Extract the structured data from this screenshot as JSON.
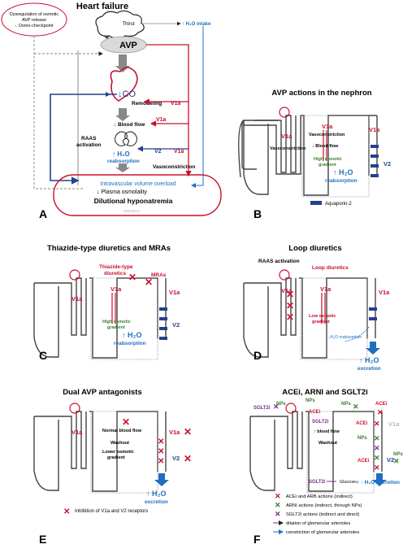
{
  "panelA": {
    "title": "Heart failure",
    "osmo_line1": "Dysregulation of osmotic",
    "osmo_line2": "AVP release",
    "osmo_line3": "↓ Osmo-checkpoint",
    "thirst": "Thirst",
    "h2o_intake": "↑ H₂O intake",
    "avp": "AVP",
    "plus": "+",
    "co": "↓CO",
    "remodeling": "Remodeling",
    "v1a_1": "V1a",
    "blood_flow": "↓ Blood flow",
    "v1a_2": "V1a",
    "raas_1": "RAAS",
    "raas_2": "activation",
    "h2o_reab_1": "↑ H₂O",
    "h2o_reab_2": "reabsorption",
    "v2": "V2",
    "v1a_3": "V1a",
    "vasoconstriction": "Vasoconstriction",
    "overload": "Intravascular volume overload",
    "osmolality": "↓ Plasma osmolality",
    "hyponatremia": "Dilutional hyponatremia",
    "vessels": "VESSELS",
    "letter": "A"
  },
  "panelB": {
    "title": "AVP actions in the nephron",
    "v1a_a": "V1a",
    "vasoconstriction_left": "Vasoconstriction",
    "v1a_b": "V1a",
    "vasoconstriction_c": "Vasoconstriction",
    "blood_flow": "↓ Blood flow",
    "high_osm_1": "High osmotic",
    "high_osm_2": "gradient",
    "v1a_c": "V1a",
    "h2o_1": "↑ H₂O",
    "h2o_2": "reabsorption",
    "v2": "V2",
    "aquaporin": "Aquaporin-2",
    "letter": "B"
  },
  "panelC": {
    "title": "Thiazide-type diuretics and MRAs",
    "thiazide_1": "Thiazide-type",
    "thiazide_2": "diuretics",
    "mras": "MRAs",
    "v1a_a": "V1a",
    "v1a_b": "V1a",
    "v1a_c": "V1a",
    "high_osm_1": "High osmotic",
    "high_osm_2": "gradient",
    "h2o_1": "↑ H₂O",
    "h2o_2": "reabsorption",
    "v2": "V2",
    "letter": "C"
  },
  "panelD": {
    "title": "Loop diuretics",
    "raas": "RAAS activation",
    "loop": "Loop diuretics",
    "v1a_a": "V1a",
    "v1a_b": "V1a",
    "v1a_c": "V1a",
    "low_osm_1": "Low osmotic",
    "low_osm_2": "gradient",
    "h2o_reab_small": "↓H₂O reabsorption",
    "h2o_1": "↑ H₂O",
    "h2o_2": "excretion",
    "letter": "D"
  },
  "panelE": {
    "title": "Dual AVP antagonists",
    "v1a_a": "V1a",
    "normal_1": "Normal blood flow",
    "washout": "Washout",
    "lower_1": "Lower osmotic",
    "lower_2": "gradient",
    "v1a_b": "V1a",
    "v2": "V2",
    "h2o_1": "↑ H₂O",
    "h2o_2": "excretion",
    "inhibition": "Inhibition of V1a and V2 receptors",
    "letter": "E"
  },
  "panelF": {
    "title": "ACEi, ARNI and SGLT2i",
    "sglt2i_a": "SGLT2i",
    "nps_a": "NPs",
    "nps_b": "NPs",
    "nps_c": "NPs",
    "acei_a": "ACEi",
    "acei_b": "ACEi",
    "acei_c": "ACEi",
    "acei_d": "ACEi",
    "sglt2i_b": "SGLT2i",
    "blood_flow": "↑ blood flow",
    "washout": "Washout",
    "v1a": "V1a",
    "nps_d": "NPs",
    "v2": "V2",
    "sglt2i_c": "SGLT2i",
    "glucose": "Glucose",
    "excretion": "+ ↑ H₂O excretion",
    "legend": [
      "ACEi and ARB actions (indirect)",
      "ARNI actions (indirect, through NPs)",
      "SGLT2i actions (indirect and direct)",
      "dilation of glomerular arterioles",
      "constriction of glomerular arterioles"
    ],
    "letter": "F"
  },
  "colors": {
    "red": "#c8102e",
    "blue": "#1f6fbf",
    "navy": "#24408e",
    "green": "#3a7d2c",
    "purple": "#7b2c8f",
    "gray": "#888888"
  }
}
